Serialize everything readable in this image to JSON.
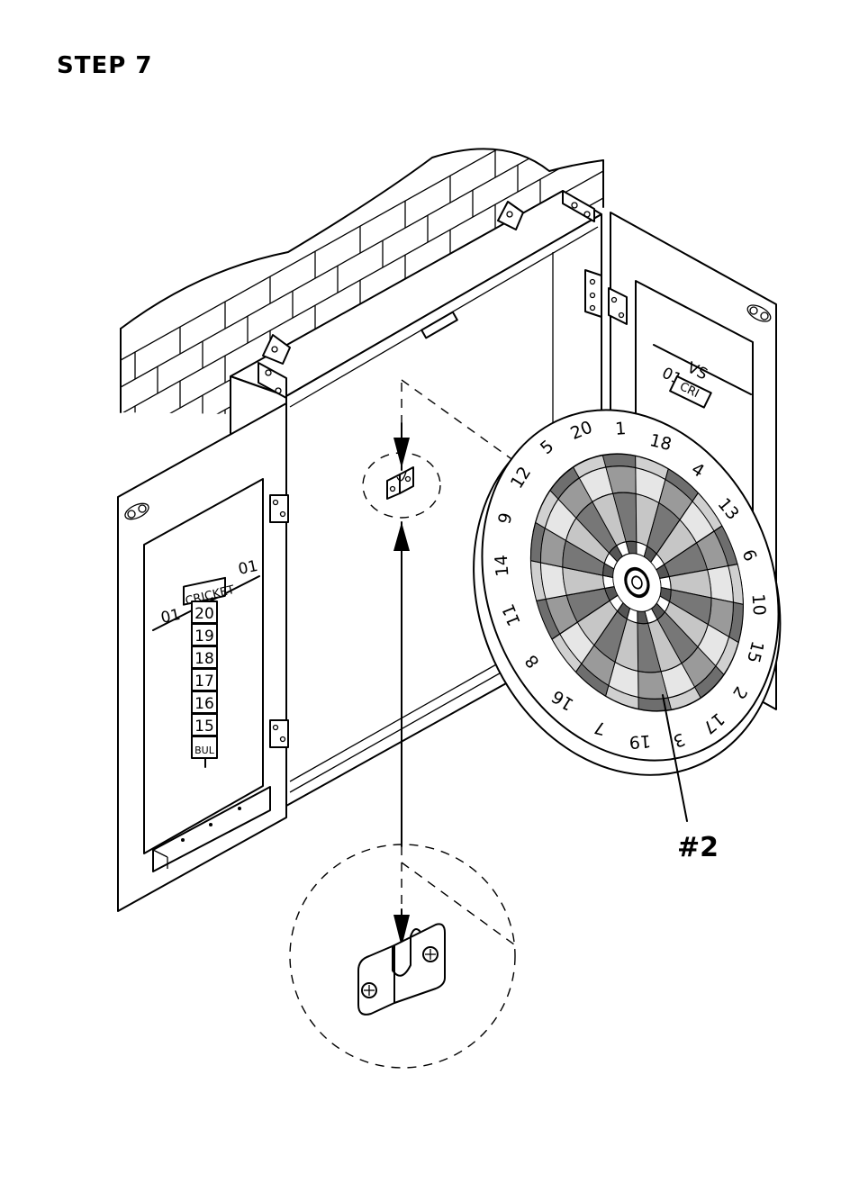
{
  "title": "STEP 7",
  "part_label": "#2",
  "left_scoreboard": {
    "left_header": "01",
    "center_header": "CRICKET",
    "right_header": "01",
    "rows": [
      "20",
      "19",
      "18",
      "17",
      "16",
      "15",
      "BUL"
    ]
  },
  "right_scoreboard": {
    "header": "VS",
    "left_header": "01",
    "center_header": "CRI"
  },
  "dartboard_numbers": [
    "20",
    "1",
    "18",
    "4",
    "13",
    "6",
    "10",
    "15",
    "2",
    "17",
    "3",
    "19",
    "7",
    "16",
    "8",
    "11",
    "14",
    "9",
    "12",
    "5"
  ]
}
